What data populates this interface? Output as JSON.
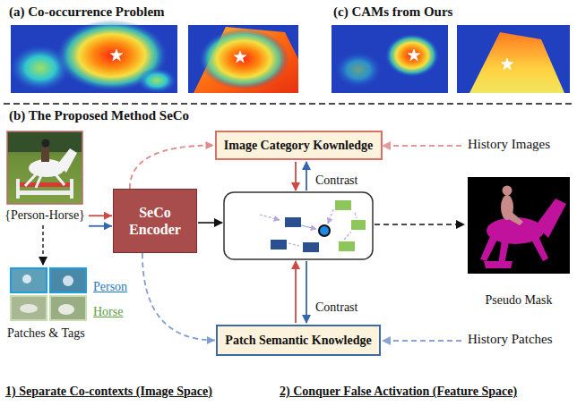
{
  "diagram": {
    "nodes": [
      {
        "text": [
          "{Person-Horse}"
        ]
      },
      {
        "text": [
          "SeCo Encoder"
        ]
      },
      {
        "text": [
          "Image Category Kownledge"
        ]
      },
      {
        "text": [
          "Patch Semantic Knowledge"
        ]
      },
      {
        "text": [
          "Pseudo Mask"
        ]
      }
    ],
    "edges": [
      {
        "from": 0,
        "to": 1,
        "arrow": "to"
      },
      {
        "from": 0,
        "to": 1,
        "arrow": "to"
      },
      {
        "from": 1,
        "to": 2,
        "arrow": "to"
      },
      {
        "from": 1,
        "to": 3,
        "arrow": "to"
      }
    ],
    "labels": [
      "(a) Co-occurrence Problem",
      "(c) CAMs from Ours",
      "(b) The Proposed Method SeCo",
      "Contrast",
      "Contrast",
      "History Images",
      "History Patches",
      "Person",
      "Horse",
      "Patches & Tags",
      "1) Separate Co-contexts (Image Space)",
      "2) Conquer False Activation (Feature Space)"
    ]
  }
}
